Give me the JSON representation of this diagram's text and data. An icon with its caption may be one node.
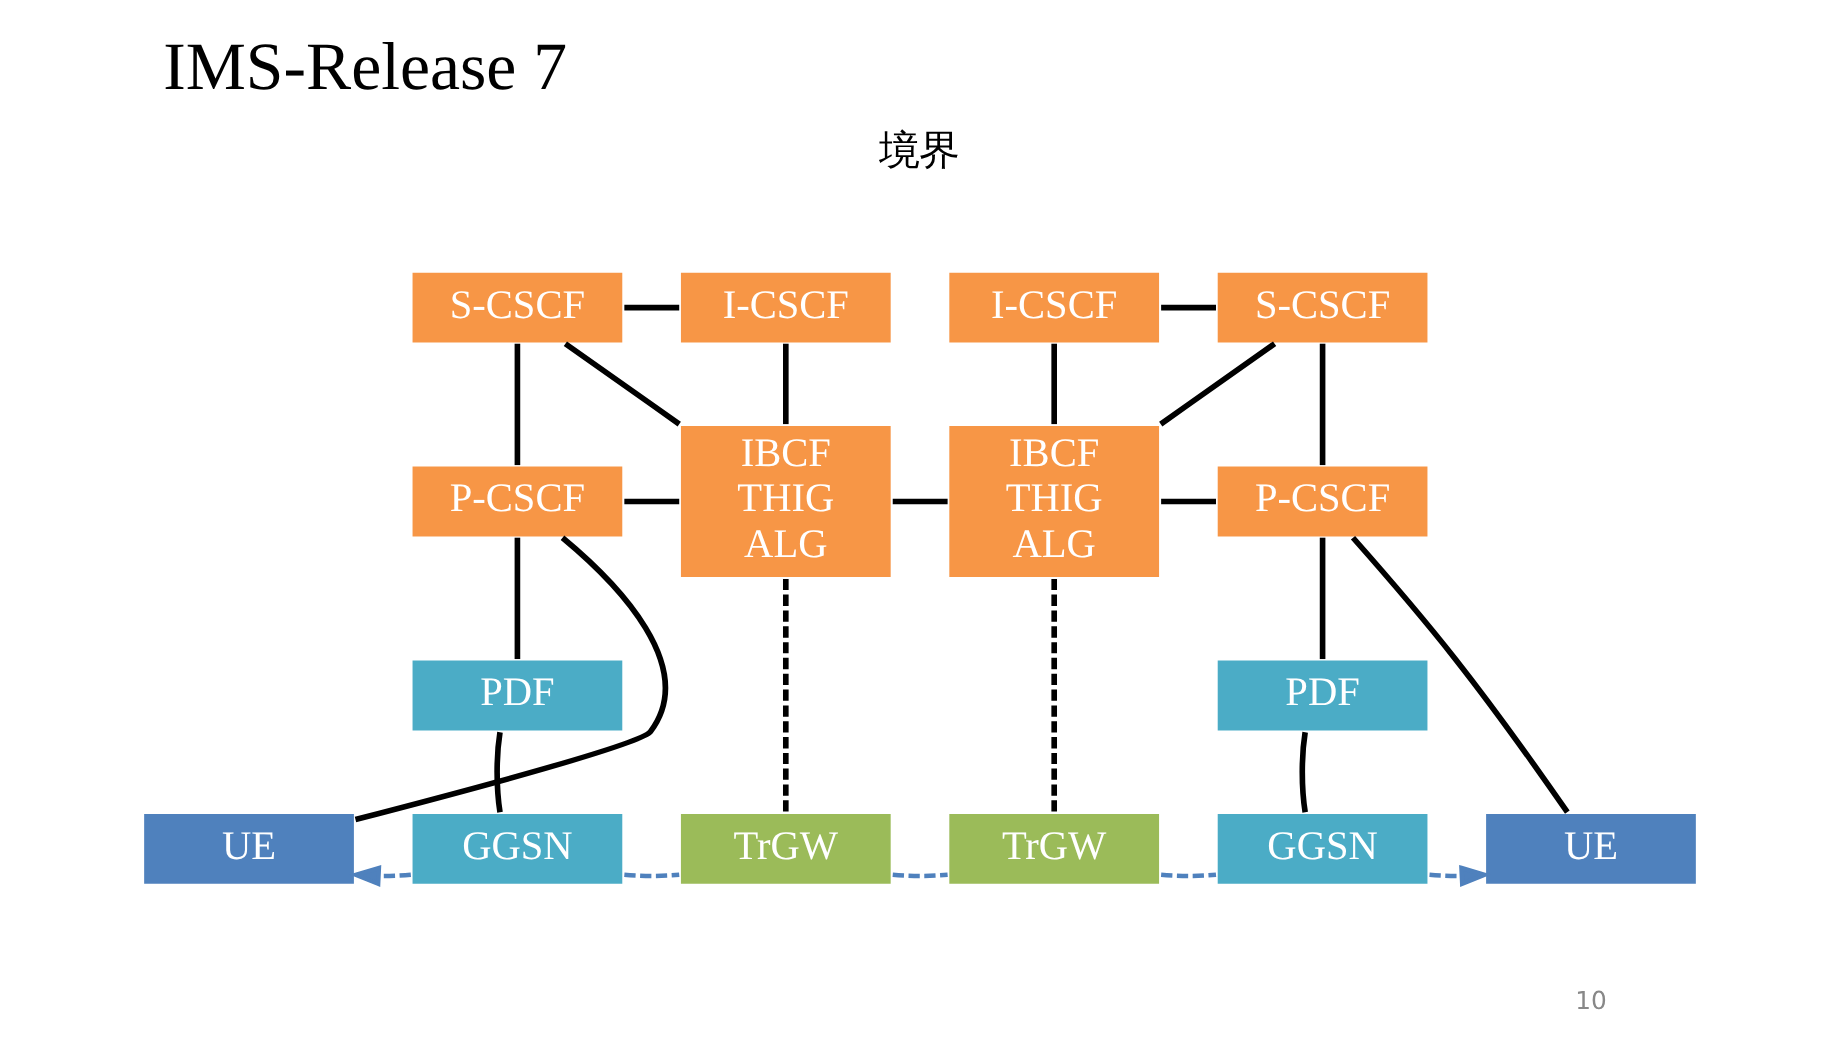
{
  "diagram": {
    "title": "IMS-Release 7",
    "nodes": [
      {
        "text": [
          "S-CSCF"
        ]
      },
      {
        "text": [
          "I-CSCF"
        ]
      },
      {
        "text": [
          "I-CSCF"
        ]
      },
      {
        "text": [
          "S-CSCF"
        ]
      },
      {
        "text": [
          "P-CSCF"
        ]
      },
      {
        "text": [
          "IBCF THIG ALG"
        ]
      },
      {
        "text": [
          "IBCF THIG ALG"
        ]
      },
      {
        "text": [
          "P-CSCF"
        ]
      },
      {
        "text": [
          "PDF"
        ]
      },
      {
        "text": [
          "PDF"
        ]
      },
      {
        "text": [
          "UE"
        ]
      },
      {
        "text": [
          "GGSN"
        ]
      },
      {
        "text": [
          "TrGW"
        ]
      },
      {
        "text": [
          "TrGW"
        ]
      },
      {
        "text": [
          "GGSN"
        ]
      },
      {
        "text": [
          "UE"
        ]
      }
    ],
    "edges": [
      {
        "from": 0,
        "to": 1,
        "arrow": "none"
      },
      {
        "from": 2,
        "to": 3,
        "arrow": "none"
      },
      {
        "from": 0,
        "to": 4,
        "arrow": "none"
      },
      {
        "from": 0,
        "to": 5,
        "arrow": "none"
      },
      {
        "from": 1,
        "to": 5,
        "arrow": "none"
      },
      {
        "from": 2,
        "to": 6,
        "arrow": "none"
      },
      {
        "from": 3,
        "to": 6,
        "arrow": "none"
      },
      {
        "from": 3,
        "to": 7,
        "arrow": "none"
      },
      {
        "from": 4,
        "to": 5,
        "arrow": "none"
      },
      {
        "from": 5,
        "to": 6,
        "arrow": "none"
      },
      {
        "from": 6,
        "to": 7,
        "arrow": "none"
      },
      {
        "from": 4,
        "to": 10,
        "arrow": "none"
      },
      {
        "from": 7,
        "to": 15,
        "arrow": "none"
      },
      {
        "from": 4,
        "to": 8,
        "arrow": "none"
      },
      {
        "from": 8,
        "to": 11,
        "arrow": "none"
      },
      {
        "from": 7,
        "to": 9,
        "arrow": "none"
      },
      {
        "from": 9,
        "to": 14,
        "arrow": "none"
      },
      {
        "from": 5,
        "to": 12,
        "arrow": "none",
        "style": "dashed"
      },
      {
        "from": 6,
        "to": 13,
        "arrow": "none",
        "style": "dashed"
      },
      {
        "from": 11,
        "to": 10,
        "arrow": "to",
        "style": "dashed",
        "color": "#4f81bd"
      },
      {
        "from": 11,
        "to": 12,
        "arrow": "none",
        "style": "dashed",
        "color": "#4f81bd"
      },
      {
        "from": 12,
        "to": 13,
        "arrow": "none",
        "style": "dashed",
        "color": "#4f81bd"
      },
      {
        "from": 13,
        "to": 14,
        "arrow": "none",
        "style": "dashed",
        "color": "#4f81bd"
      },
      {
        "from": 14,
        "to": 15,
        "arrow": "to",
        "style": "dashed",
        "color": "#4f81bd"
      }
    ],
    "labels": [
      "境界",
      "10"
    ]
  }
}
